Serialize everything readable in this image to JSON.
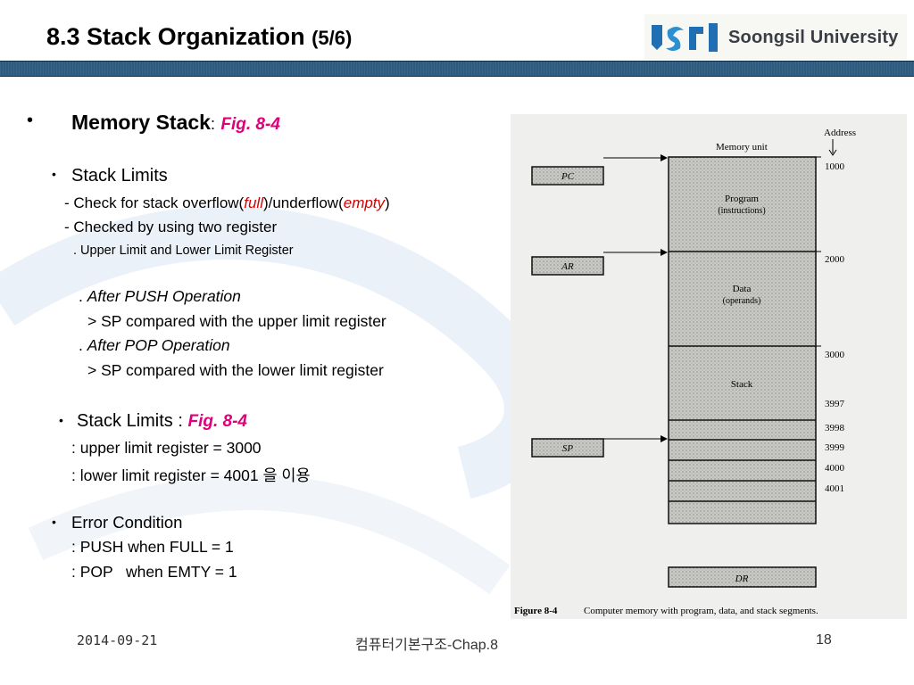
{
  "header": {
    "title": "8.3  Stack Organization",
    "title_page": "(5/6)",
    "logo_text": "Soongsil University",
    "bar_color": "#2d5c80"
  },
  "content": {
    "bullet1_mark": "•",
    "bullet1_label": "Memory Stack",
    "bullet1_colon": ":",
    "bullet1_ref": "Fig. 8-4",
    "stack_limits_bullet": "•",
    "stack_limits": "Stack Limits",
    "line_overflow_prefix": "- Check for stack overflow(",
    "line_overflow_full": "full",
    "line_overflow_mid": ")/underflow(",
    "line_overflow_empty": "empty",
    "line_overflow_end": ")",
    "line_two_register": "- Checked by using two register",
    "line_upper_lower": ". Upper Limit and Lower Limit Register",
    "after_push_dot": ". ",
    "after_push": "After PUSH Operation",
    "push_compare": "> SP compared with the upper limit register",
    "after_pop_dot": ". ",
    "after_pop": "After POP Operation",
    "pop_compare": "> SP compared with the lower limit register",
    "stack_limits2_bullet": "•",
    "stack_limits2": "Stack Limits :",
    "stack_limits2_ref": "Fig. 8-4",
    "upper_limit": ": upper limit register = 3000",
    "lower_limit": ": lower limit register = 4001 을 이용",
    "error_bullet": "•",
    "error_condition": "Error Condition",
    "push_full": ": PUSH when FULL = 1",
    "pop_empty": ": POP   when EMTY = 1"
  },
  "figure": {
    "address_label": "Address",
    "memory_unit_label": "Memory unit",
    "registers": [
      "PC",
      "AR",
      "SP",
      "DR"
    ],
    "segments": [
      {
        "name": "Program",
        "sub": "(instructions)"
      },
      {
        "name": "Data",
        "sub": "(operands)"
      },
      {
        "name": "Stack",
        "sub": ""
      }
    ],
    "addresses": [
      "1000",
      "2000",
      "3000",
      "3997",
      "3998",
      "3999",
      "4000",
      "4001"
    ],
    "caption_label": "Figure 8-4",
    "caption_text": "Computer memory with program, data, and stack segments."
  },
  "footer": {
    "date": "2014-09-21",
    "course": "컴퓨터기본구조-Chap.8",
    "page_number": "18"
  },
  "colors": {
    "highlight": "#e0007a",
    "emphasis_red": "#d00000"
  }
}
